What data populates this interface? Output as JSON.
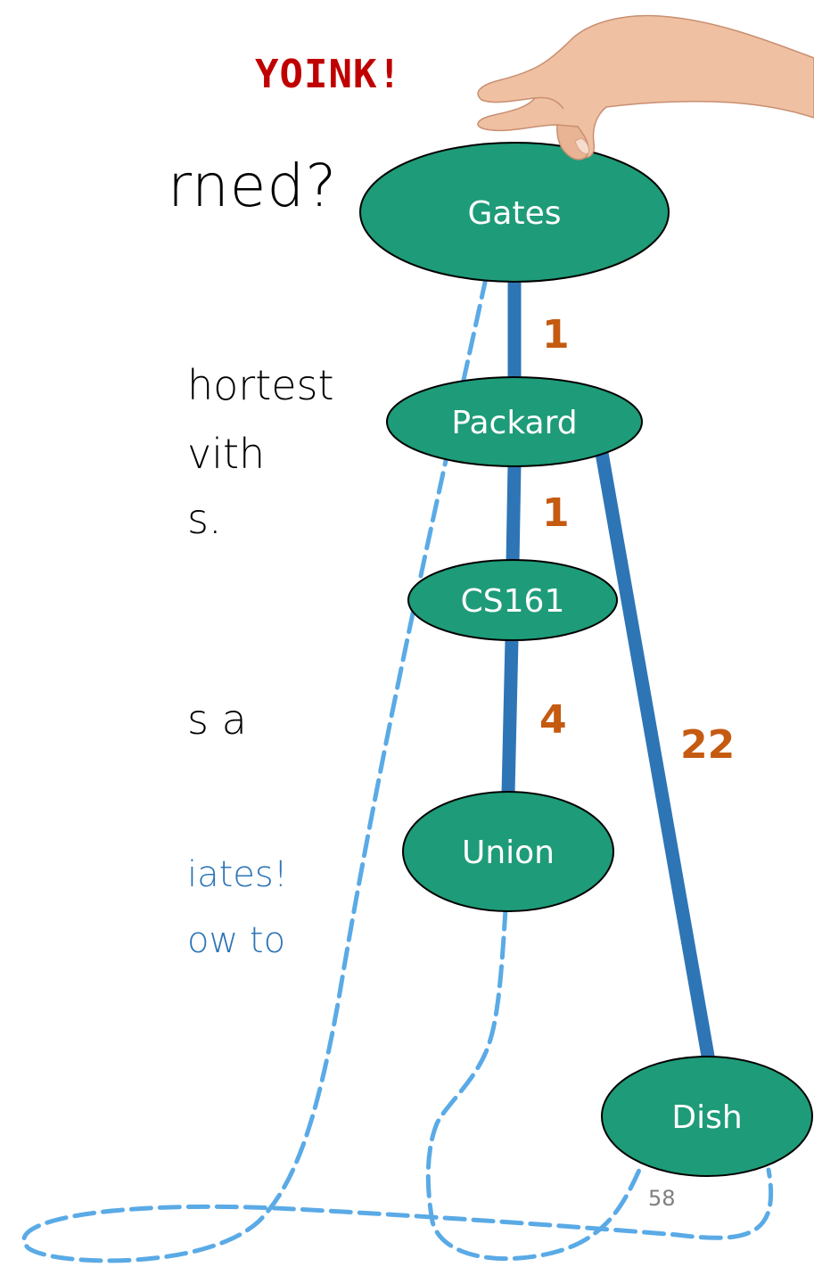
{
  "title_fragment": "rned?",
  "body_fragments": [
    "hortest",
    "vith",
    "s.",
    "s a"
  ],
  "blue_fragments": [
    "iates!",
    "ow to"
  ],
  "exclamation": "YOINK!",
  "slide_number": "58",
  "colors": {
    "node_fill": "#1e9b78",
    "edge": "#2e75b6",
    "weight": "#c55a11",
    "string": "#5aaae6",
    "yoink": "#c00000",
    "blue_text": "#2e75b6"
  },
  "graph": {
    "nodes": [
      {
        "id": "gates",
        "label": "Gates"
      },
      {
        "id": "packard",
        "label": "Packard"
      },
      {
        "id": "cs161",
        "label": "CS161"
      },
      {
        "id": "union",
        "label": "Union"
      },
      {
        "id": "dish",
        "label": "Dish"
      }
    ],
    "edges": [
      {
        "from": "Gates",
        "to": "Packard",
        "weight": "1"
      },
      {
        "from": "Packard",
        "to": "CS161",
        "weight": "1"
      },
      {
        "from": "CS161",
        "to": "Union",
        "weight": "4"
      },
      {
        "from": "Packard",
        "to": "Dish",
        "weight": "22"
      }
    ]
  }
}
